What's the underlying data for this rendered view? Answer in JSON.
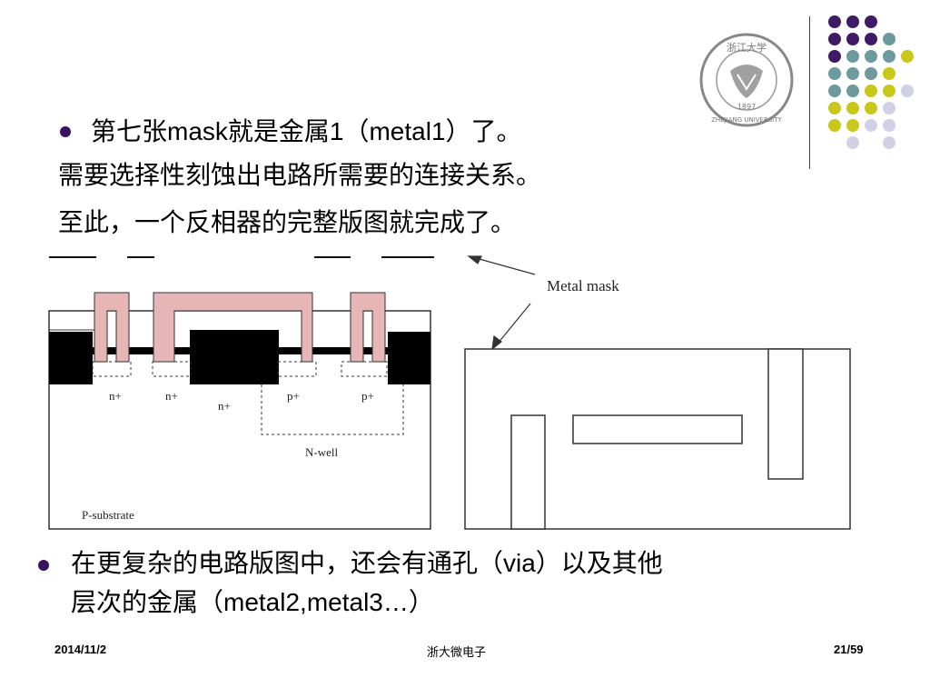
{
  "slide": {
    "bullet1": "第七张mask就是金属1（metal1）了。",
    "line2": "需要选择性刻蚀出电路所需要的连接关系。",
    "line3": "至此，一个反相器的完整版图就完成了。",
    "bullet2_line1": "在更复杂的电路版图中，还会有通孔（via）以及其他",
    "bullet2_line2": "层次的金属（metal2,metal3…）"
  },
  "figure": {
    "metal_mask_label": "Metal mask",
    "n_plus_1": "n+",
    "n_plus_2": "n+",
    "n_plus_3": "n+",
    "p_plus_1": "p+",
    "p_plus_2": "p+",
    "nwell": "N-well",
    "substrate": "P-substrate"
  },
  "footer": {
    "date": "2014/11/2",
    "center": "浙大微电子",
    "page": "21/59"
  },
  "colors": {
    "purple": "#3f1a66",
    "teal": "#6d9a9c",
    "yellow": "#c9c71a",
    "lavender": "#d2d0e6",
    "metal": "#e6b5b5",
    "bullet": "#3a1060"
  },
  "logo": {
    "text": "ZHEJIANG UNIVERSITY",
    "year": "1897",
    "chinese": "浙江大学"
  }
}
